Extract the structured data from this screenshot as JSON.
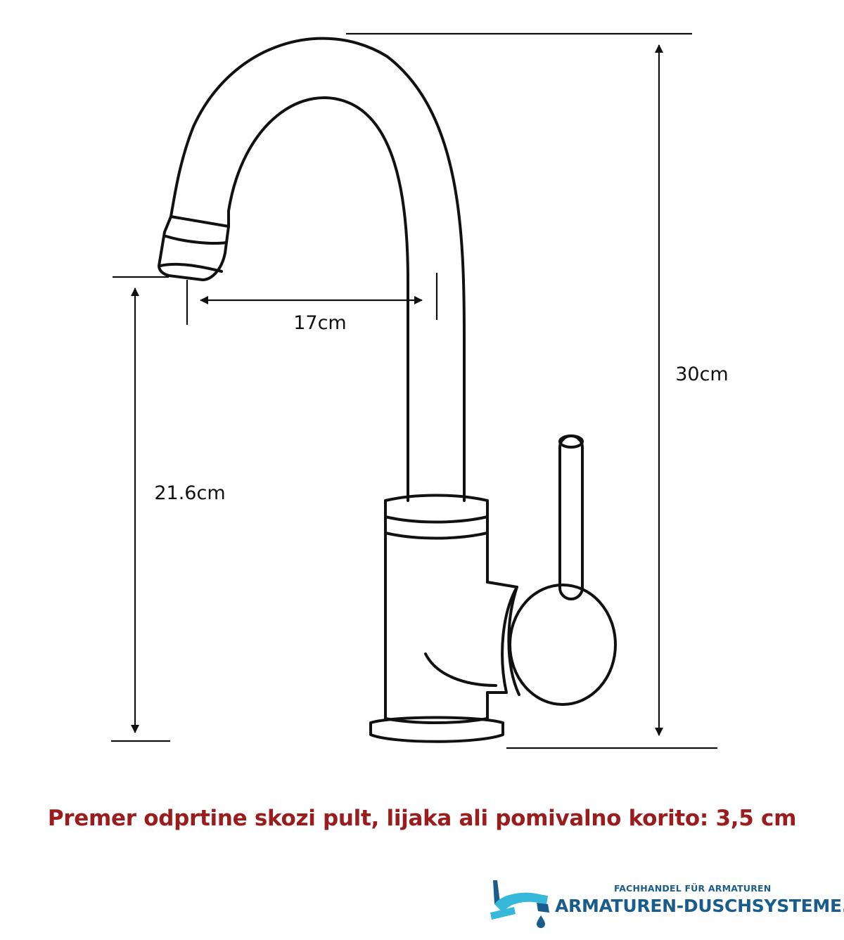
{
  "diagram": {
    "dimensions": {
      "spout_reach": "17cm",
      "spout_height": "21.6cm",
      "total_height": "30cm"
    },
    "caption": "Premer odprtine skozi pult, lijaka ali pomivalno korito: 3,5 cm"
  },
  "logo": {
    "tagline": "FACHHANDEL FÜR ARMATUREN",
    "name": "ARMATUREN-DUSCHSYSTEME.AT"
  },
  "colors": {
    "line": "#111111",
    "caption": "#9b1c1c",
    "logo_blue": "#1a5d8c",
    "logo_cyan": "#35b8d9"
  }
}
